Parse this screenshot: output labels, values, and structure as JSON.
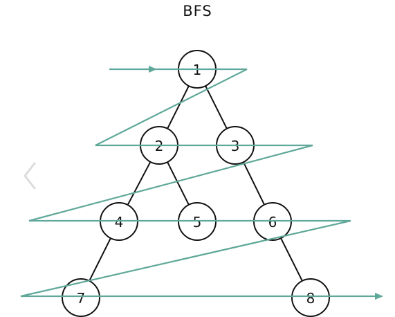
{
  "title": "BFS",
  "colors": {
    "traversal_path": "#5fa89a",
    "node_stroke": "#111111",
    "edge": "#111111",
    "chevron": "#dcdcdc"
  },
  "nodes": [
    {
      "id": "1",
      "label": "1"
    },
    {
      "id": "2",
      "label": "2"
    },
    {
      "id": "3",
      "label": "3"
    },
    {
      "id": "4",
      "label": "4"
    },
    {
      "id": "5",
      "label": "5"
    },
    {
      "id": "6",
      "label": "6"
    },
    {
      "id": "7",
      "label": "7"
    },
    {
      "id": "8",
      "label": "8"
    }
  ],
  "edges": [
    [
      "1",
      "2"
    ],
    [
      "1",
      "3"
    ],
    [
      "2",
      "4"
    ],
    [
      "2",
      "5"
    ],
    [
      "3",
      "6"
    ],
    [
      "4",
      "7"
    ],
    [
      "6",
      "8"
    ]
  ],
  "visit_order": [
    "1",
    "2",
    "3",
    "4",
    "5",
    "6",
    "7",
    "8"
  ],
  "icons": {
    "previous": "chevron-left-icon"
  }
}
